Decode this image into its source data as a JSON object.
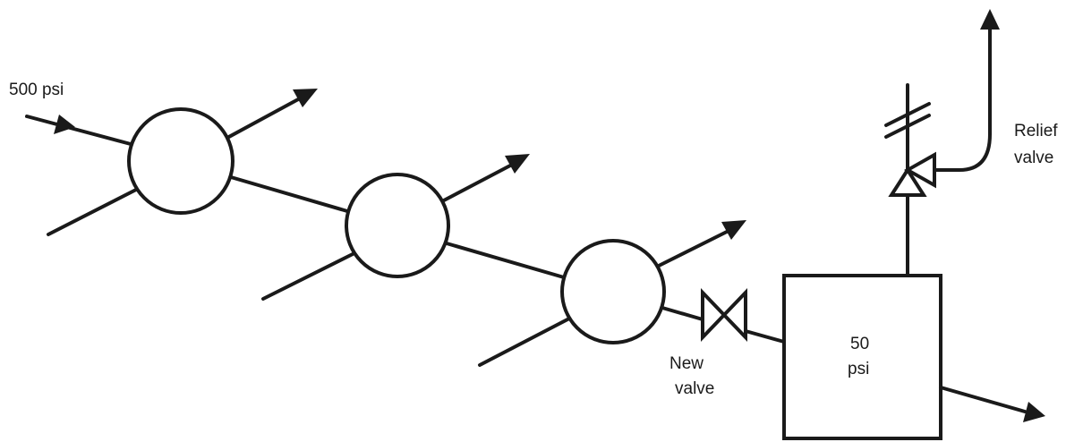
{
  "labels": {
    "inlet_pressure": "500 psi",
    "new_valve_line1": "New",
    "new_valve_line2": "valve",
    "relief_valve_line1": "Relief",
    "relief_valve_line2": "valve",
    "vessel_line1": "50",
    "vessel_line2": "psi"
  },
  "colors": {
    "line": "#1a1a1a",
    "background": "#ffffff"
  }
}
